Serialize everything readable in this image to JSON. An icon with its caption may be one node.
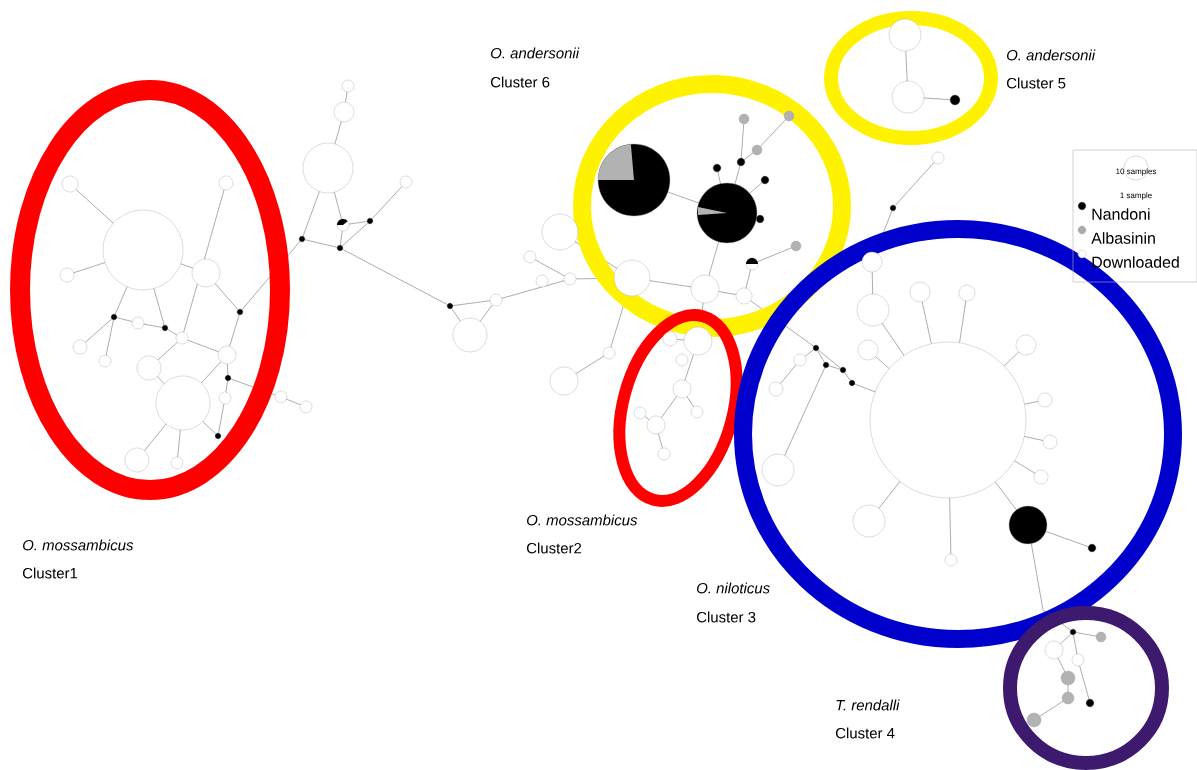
{
  "diagram": {
    "labels": [
      "O. andersonii",
      "Cluster 6",
      "O. andersonii",
      "Cluster 5",
      "O. mossambicus",
      "Cluster1",
      "O. mossambicus",
      "Cluster2",
      "O. niloticus",
      "Cluster 3",
      "T. rendalli",
      "Cluster 4"
    ],
    "legend": [
      {
        "text": "10 samples"
      },
      {
        "text": "1 sample"
      },
      {
        "text": "Nandoni",
        "color": "#000000"
      },
      {
        "text": "Albasinin",
        "color": "#aaaaaa"
      },
      {
        "text": "Downloaded",
        "color": "#ffffff"
      }
    ]
  }
}
